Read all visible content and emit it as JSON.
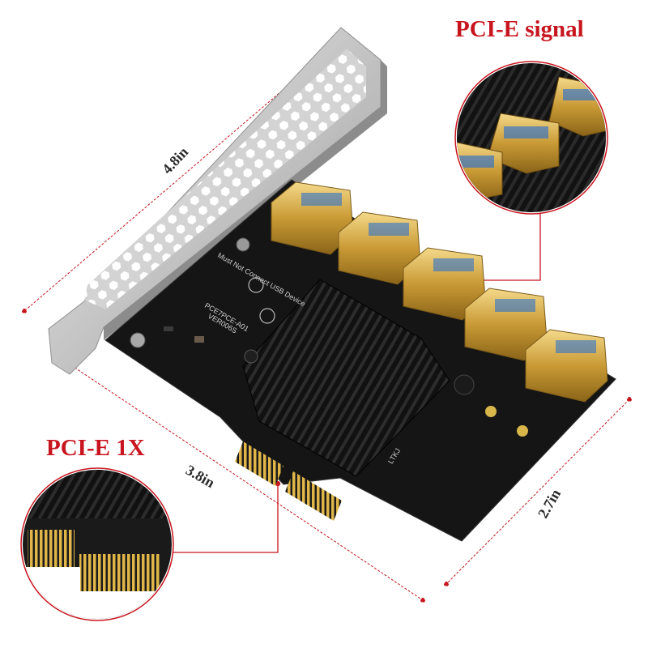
{
  "callouts": {
    "signal_label": "PCI-E signal",
    "connector_label": "PCI-E 1X"
  },
  "dimensions": {
    "height": "4.8in",
    "width": "3.8in",
    "depth": "2.7in"
  },
  "board_text": {
    "warning": "Must Not Connect USB Device",
    "model": "PCE7PCE-A01",
    "version": "VER006S",
    "brand": "LTKJ"
  },
  "colors": {
    "accent": "#c8141e",
    "pcb": "#151515",
    "bracket": "#c9c9c9",
    "gold": "#d9b04a",
    "usb_blue": "#1e6bd6"
  }
}
